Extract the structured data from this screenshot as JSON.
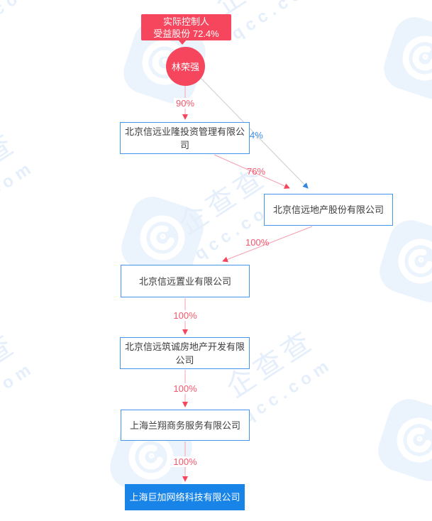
{
  "diagram_title": "equity-structure",
  "watermark": {
    "brand": "企查查",
    "domain": "qcc.com"
  },
  "controller": {
    "tooltip_line1": "实际控制人",
    "tooltip_line2": "受益股份 72.4%",
    "name": "林荣强"
  },
  "nodes": [
    {
      "name": "北京信远业隆投资管理有限公司"
    },
    {
      "name": "北京信远地产股份有限公司"
    },
    {
      "name": "北京信远置业有限公司"
    },
    {
      "name": "北京信远筑诚房地产开发有限公司"
    },
    {
      "name": "上海兰翔商务服务有限公司"
    },
    {
      "name": "上海巨加网络科技有限公司",
      "highlight": true
    }
  ],
  "edges": [
    {
      "from": "林荣强",
      "to": "北京信远业隆投资管理有限公司",
      "label": "90%",
      "color": "red"
    },
    {
      "from": "林荣强",
      "to": "北京信远地产股份有限公司",
      "label": "4%",
      "color": "blue"
    },
    {
      "from": "北京信远业隆投资管理有限公司",
      "to": "北京信远地产股份有限公司",
      "label": "76%",
      "color": "red"
    },
    {
      "from": "北京信远地产股份有限公司",
      "to": "北京信远置业有限公司",
      "label": "100%",
      "color": "red"
    },
    {
      "from": "北京信远置业有限公司",
      "to": "北京信远筑诚房地产开发有限公司",
      "label": "100%",
      "color": "red"
    },
    {
      "from": "北京信远筑诚房地产开发有限公司",
      "to": "上海兰翔商务服务有限公司",
      "label": "100%",
      "color": "red"
    },
    {
      "from": "上海兰翔商务服务有限公司",
      "to": "上海巨加网络科技有限公司",
      "label": "100%",
      "color": "red"
    }
  ],
  "colors": {
    "controller_red": "#f5465d",
    "percent_red": "#f5566b",
    "line_pink": "#f6a0ae",
    "line_gray": "#cccccc",
    "node_border_blue": "#4495e8",
    "highlight_node_blue": "#1884e8",
    "percent_blue": "#3d8fe3",
    "watermark_blue": "#e5effb"
  }
}
